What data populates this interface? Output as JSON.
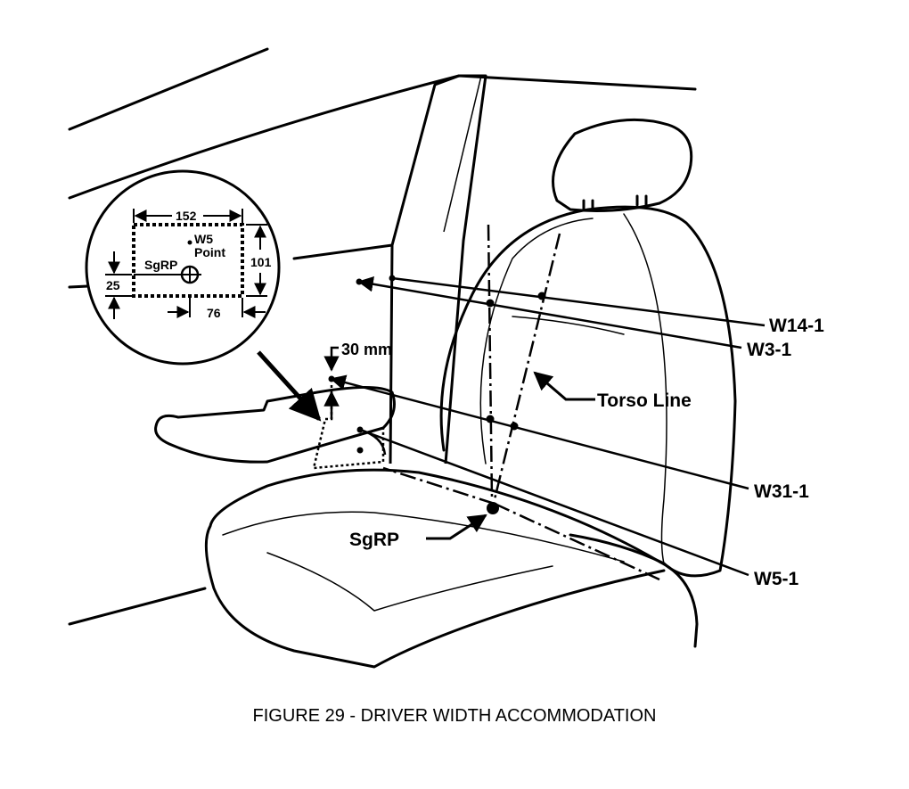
{
  "caption": "FIGURE 29 - DRIVER WIDTH ACCOMMODATION",
  "labels": {
    "w14": "W14-1",
    "w3": "W3-1",
    "torso_line": "Torso Line",
    "w31": "W31-1",
    "w5": "W5-1",
    "sgrp": "SgRP",
    "thirty_mm": "30 mm"
  },
  "inset": {
    "width_152": "152",
    "height_101": "101",
    "offset_76": "76",
    "offset_25": "25",
    "w5": "W5",
    "point": "Point",
    "sgrp": "SgRP"
  }
}
